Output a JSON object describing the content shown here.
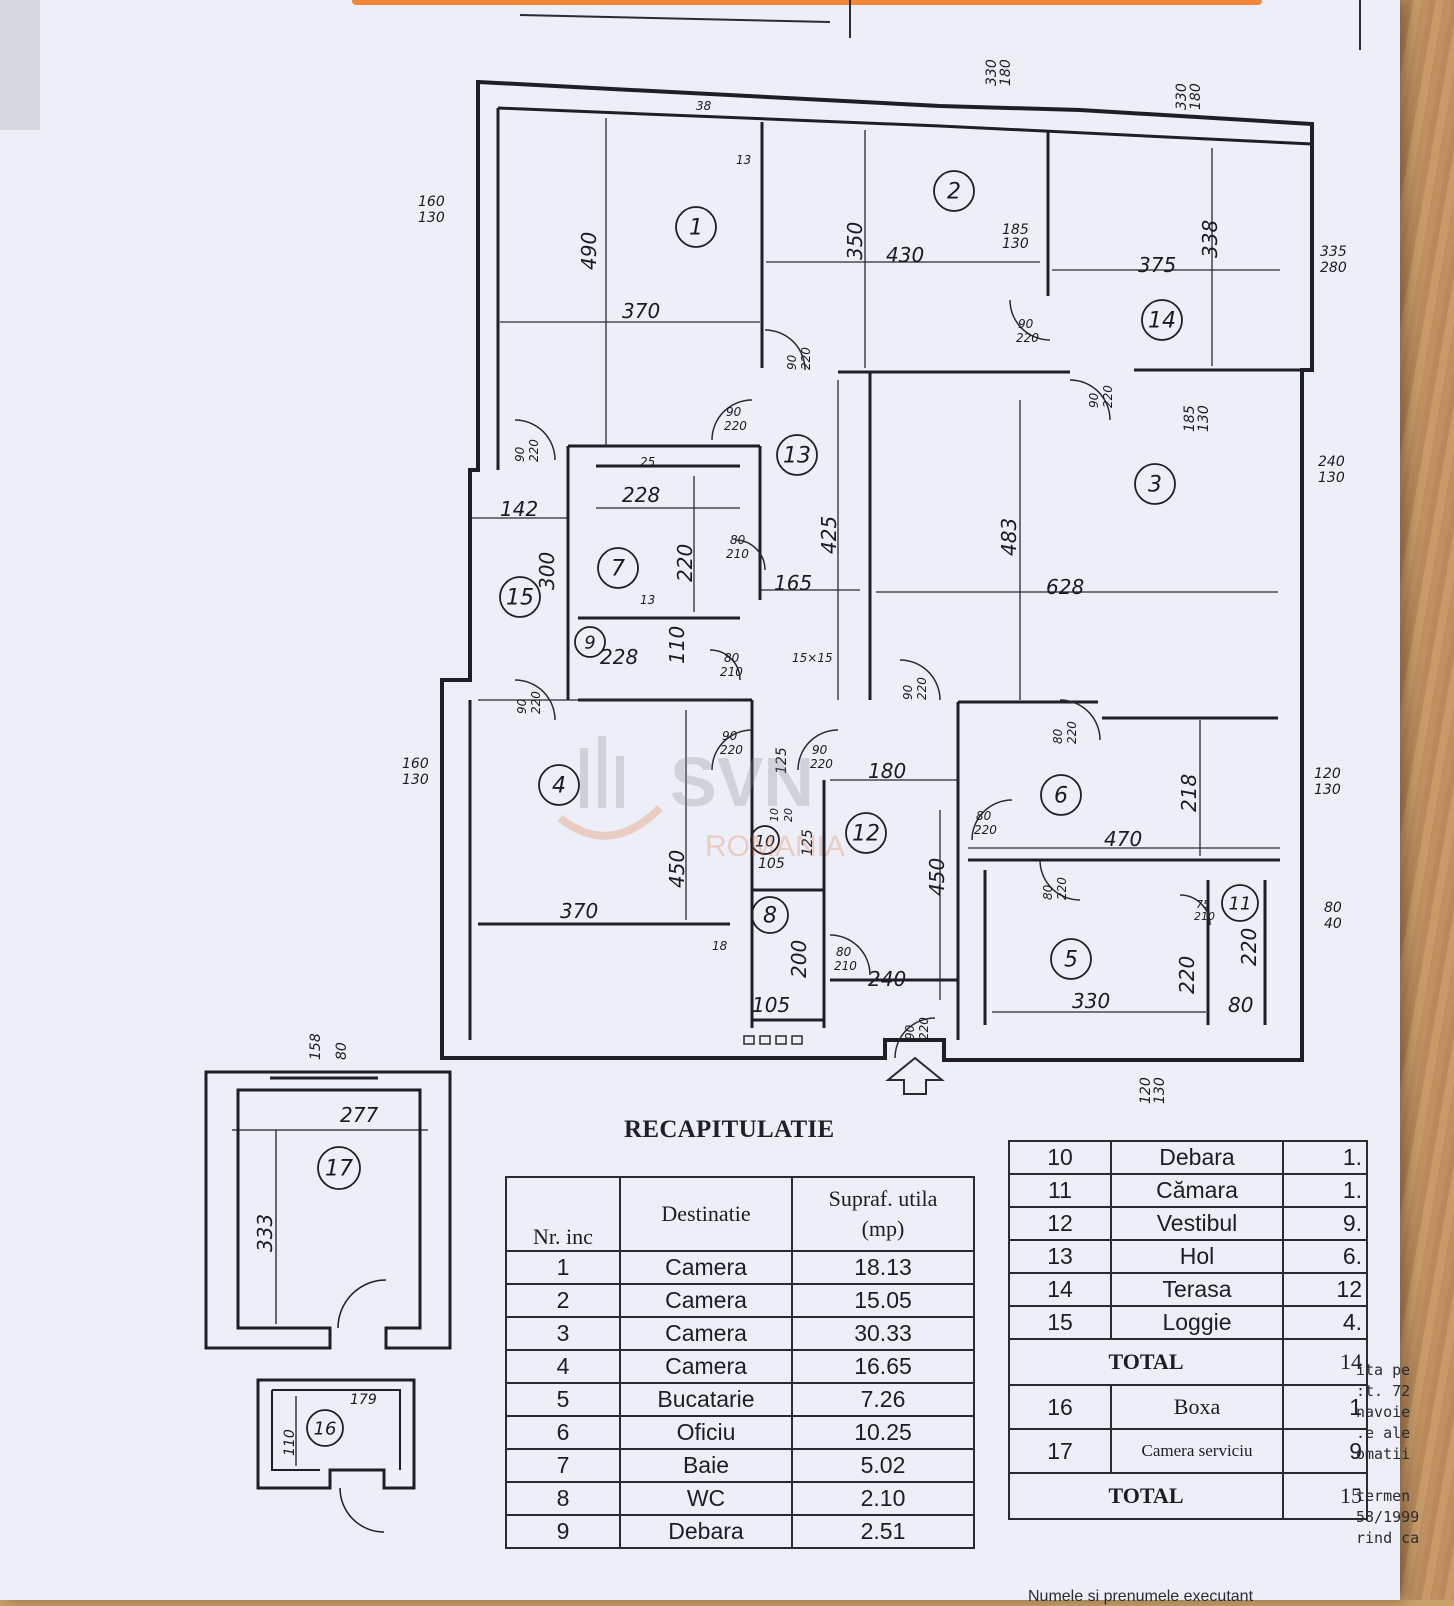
{
  "plan": {
    "rooms": [
      "1",
      "2",
      "3",
      "4",
      "5",
      "6",
      "7",
      "8",
      "9",
      "10",
      "11",
      "12",
      "13",
      "14",
      "15",
      "16",
      "17"
    ],
    "dims": {
      "d490": "490",
      "d370a": "370",
      "d350": "350",
      "d430": "430",
      "d375": "375",
      "d338": "338",
      "d483": "483",
      "d628": "628",
      "d228a": "228",
      "d220a": "220",
      "d142": "142",
      "d300": "300",
      "d165": "165",
      "d425": "425",
      "d228b": "228",
      "d110a": "110",
      "d450a": "450",
      "d370b": "370",
      "d180": "180",
      "d450b": "450",
      "d218": "218",
      "d470": "470",
      "d330": "330",
      "d220b": "220",
      "d220c": "220",
      "d80": "80",
      "d200": "200",
      "d105a": "105",
      "d105b": "105",
      "d240": "240",
      "d125a": "125",
      "d125b": "125",
      "d277": "277",
      "d333": "333",
      "d179": "179",
      "d110b": "110",
      "d38": "38",
      "d13": "13",
      "d18": "18",
      "d25": "25",
      "d13b": "13",
      "d15x15": "15×15"
    },
    "windows": {
      "w1": [
        "160",
        "130"
      ],
      "w2": [
        "160",
        "130"
      ],
      "w3": [
        "330",
        "180"
      ],
      "w4": [
        "185",
        "130"
      ],
      "w5": [
        "335",
        "280"
      ],
      "w6": [
        "185",
        "130"
      ],
      "w7": [
        "240",
        "130"
      ],
      "w8": [
        "160",
        "130"
      ],
      "w9": [
        "120",
        "130"
      ],
      "w10": [
        "80",
        "40"
      ],
      "w11": [
        "120",
        "130"
      ],
      "w12": [
        "158",
        "80"
      ]
    },
    "doors": {
      "a": [
        "90",
        "220"
      ],
      "b": [
        "90",
        "220"
      ],
      "c": [
        "90",
        "220"
      ],
      "d": [
        "90",
        "220"
      ],
      "e": [
        "90",
        "220"
      ],
      "f": [
        "80",
        "210"
      ],
      "g": [
        "80",
        "210"
      ],
      "h": [
        "90",
        "220"
      ],
      "i": [
        "90",
        "220"
      ],
      "j": [
        "90",
        "220"
      ],
      "k": [
        "80",
        "220"
      ],
      "l": [
        "80",
        "220"
      ],
      "m": [
        "80",
        "220"
      ],
      "n": [
        "80",
        "210"
      ],
      "o": [
        "90",
        "220"
      ],
      "p": [
        "75",
        "210"
      ],
      "q": [
        "90",
        "220"
      ],
      "r": [
        "90",
        "220"
      ],
      "s": [
        "10",
        "20"
      ]
    }
  },
  "recap": {
    "title": "RECAPITULATIE",
    "headers": [
      "Nr. inc",
      "Destinatie",
      "Supraf. utila",
      "(mp)"
    ],
    "rows": [
      [
        "1",
        "Camera",
        "18.13"
      ],
      [
        "2",
        "Camera",
        "15.05"
      ],
      [
        "3",
        "Camera",
        "30.33"
      ],
      [
        "4",
        "Camera",
        "16.65"
      ],
      [
        "5",
        "Bucatarie",
        "7.26"
      ],
      [
        "6",
        "Oficiu",
        "10.25"
      ],
      [
        "7",
        "Baie",
        "5.02"
      ],
      [
        "8",
        "WC",
        "2.10"
      ],
      [
        "9",
        "Debara",
        "2.51"
      ]
    ]
  },
  "recap2": {
    "rows": [
      [
        "10",
        "Debara",
        "1."
      ],
      [
        "11",
        "Cămara",
        "1."
      ],
      [
        "12",
        "Vestibul",
        "9."
      ],
      [
        "13",
        "Hol",
        "6."
      ],
      [
        "14",
        "Terasa",
        "12"
      ],
      [
        "15",
        "Loggie",
        "4."
      ]
    ],
    "total1_label": "TOTAL",
    "total1_value": "14",
    "rows2": [
      [
        "16",
        "Boxa",
        "1"
      ],
      [
        "17",
        "Camera serviciu",
        "9"
      ]
    ],
    "total2_label": "TOTAL",
    "total2_value": "15"
  },
  "edge_text": [
    "ita pe",
    ":t. 72",
    "navoie",
    ".e ale",
    "omatii",
    "",
    "termen",
    "58/1999",
    "rind ca"
  ],
  "bottom_text": "Numele si prenumele executant",
  "watermark": {
    "brand": "SVN",
    "sub": "ROMANIA",
    "color": "#e8783a"
  }
}
